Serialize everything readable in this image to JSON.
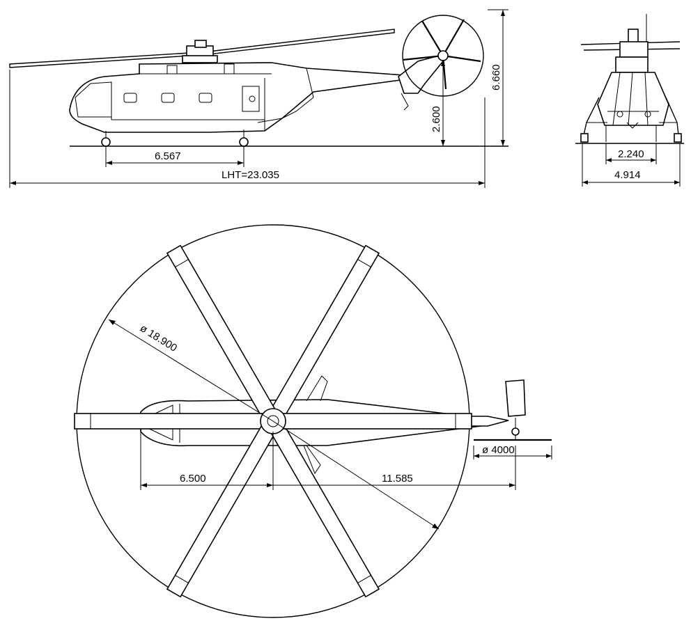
{
  "side_view": {
    "cabin_length": "6.567",
    "overall_length": "LHT=23.035",
    "tail_rotor_height": "2.600",
    "overall_height": "6.660"
  },
  "front_view": {
    "gear_track": "2.240",
    "width": "4.914"
  },
  "top_view": {
    "main_rotor_diameter": "ø 18.900",
    "nose_to_rotor": "6.500",
    "rotor_to_tail": "11.585",
    "tail_rotor_diameter": "ø 4000"
  },
  "colors": {
    "ink": "#000000",
    "paper": "#ffffff"
  }
}
